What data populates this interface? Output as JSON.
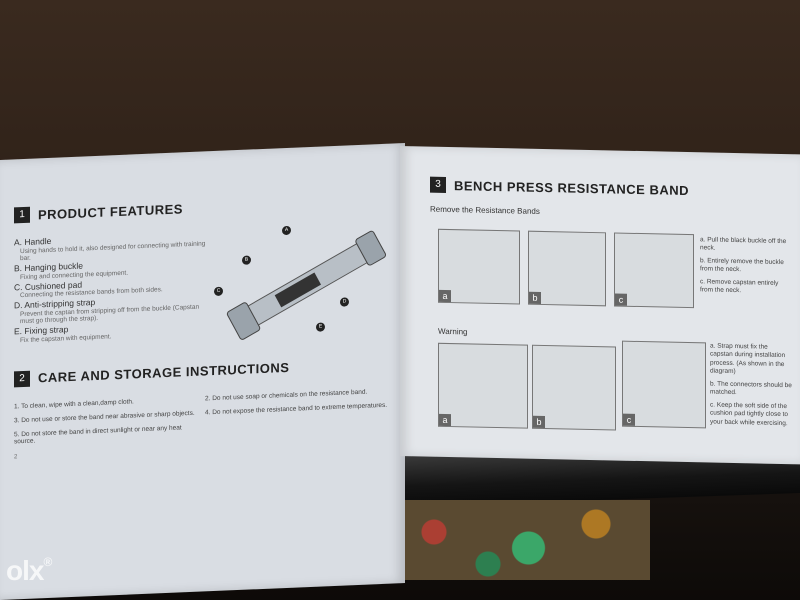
{
  "left_page": {
    "section1": {
      "number": "1",
      "title": "PRODUCT FEATURES",
      "features": [
        {
          "name": "A. Handle",
          "desc": "Using hands to hold it, also designed for connecting with training bar."
        },
        {
          "name": "B. Hanging buckle",
          "desc": "Fixing and connecting the equipment."
        },
        {
          "name": "C. Cushioned pad",
          "desc": "Connecting the resistance bands from both sides."
        },
        {
          "name": "D. Anti-stripping strap",
          "desc": "Prevent the captan from stripping off from the buckle (Capstan must go through the strap)."
        },
        {
          "name": "E. Fixing strap",
          "desc": "Fix the capstan with equipment."
        }
      ],
      "callouts": [
        "A",
        "B",
        "C",
        "D",
        "E"
      ]
    },
    "section2": {
      "number": "2",
      "title": "CARE AND STORAGE INSTRUCTIONS",
      "items": [
        "1. To clean, wipe with a clean,damp cloth.",
        "2. Do not use soap or chemicals on the resistance band.",
        "3. Do not use or store the band near abrasive or sharp objects.",
        "4. Do not expose the resistance band to extreme temperatures.",
        "5. Do not store the band in direct sunlight or near any heat source."
      ]
    },
    "page_number": "2"
  },
  "right_page": {
    "section3": {
      "number": "3",
      "title": "BENCH PRESS RESISTANCE BAND",
      "remove_heading": "Remove the Resistance Bands",
      "remove_labels": [
        "a",
        "b",
        "c"
      ],
      "remove_steps": [
        "a. Pull the black buckle off the neck.",
        "b. Entirely remove the buckle from the neck.",
        "c. Remove capstan entirely from the neck."
      ],
      "warning_heading": "Warning",
      "warning_labels": [
        "a",
        "b",
        "c"
      ],
      "warning_steps": [
        "a. Strap must fix the capstan during installation process. (As shown in the diagram)",
        "b. The connectors should be matched.",
        "c. Keep the soft side of the cushion pad tightly close to your back while exercising."
      ]
    }
  },
  "watermark": {
    "text": "olx",
    "mark": "®"
  }
}
